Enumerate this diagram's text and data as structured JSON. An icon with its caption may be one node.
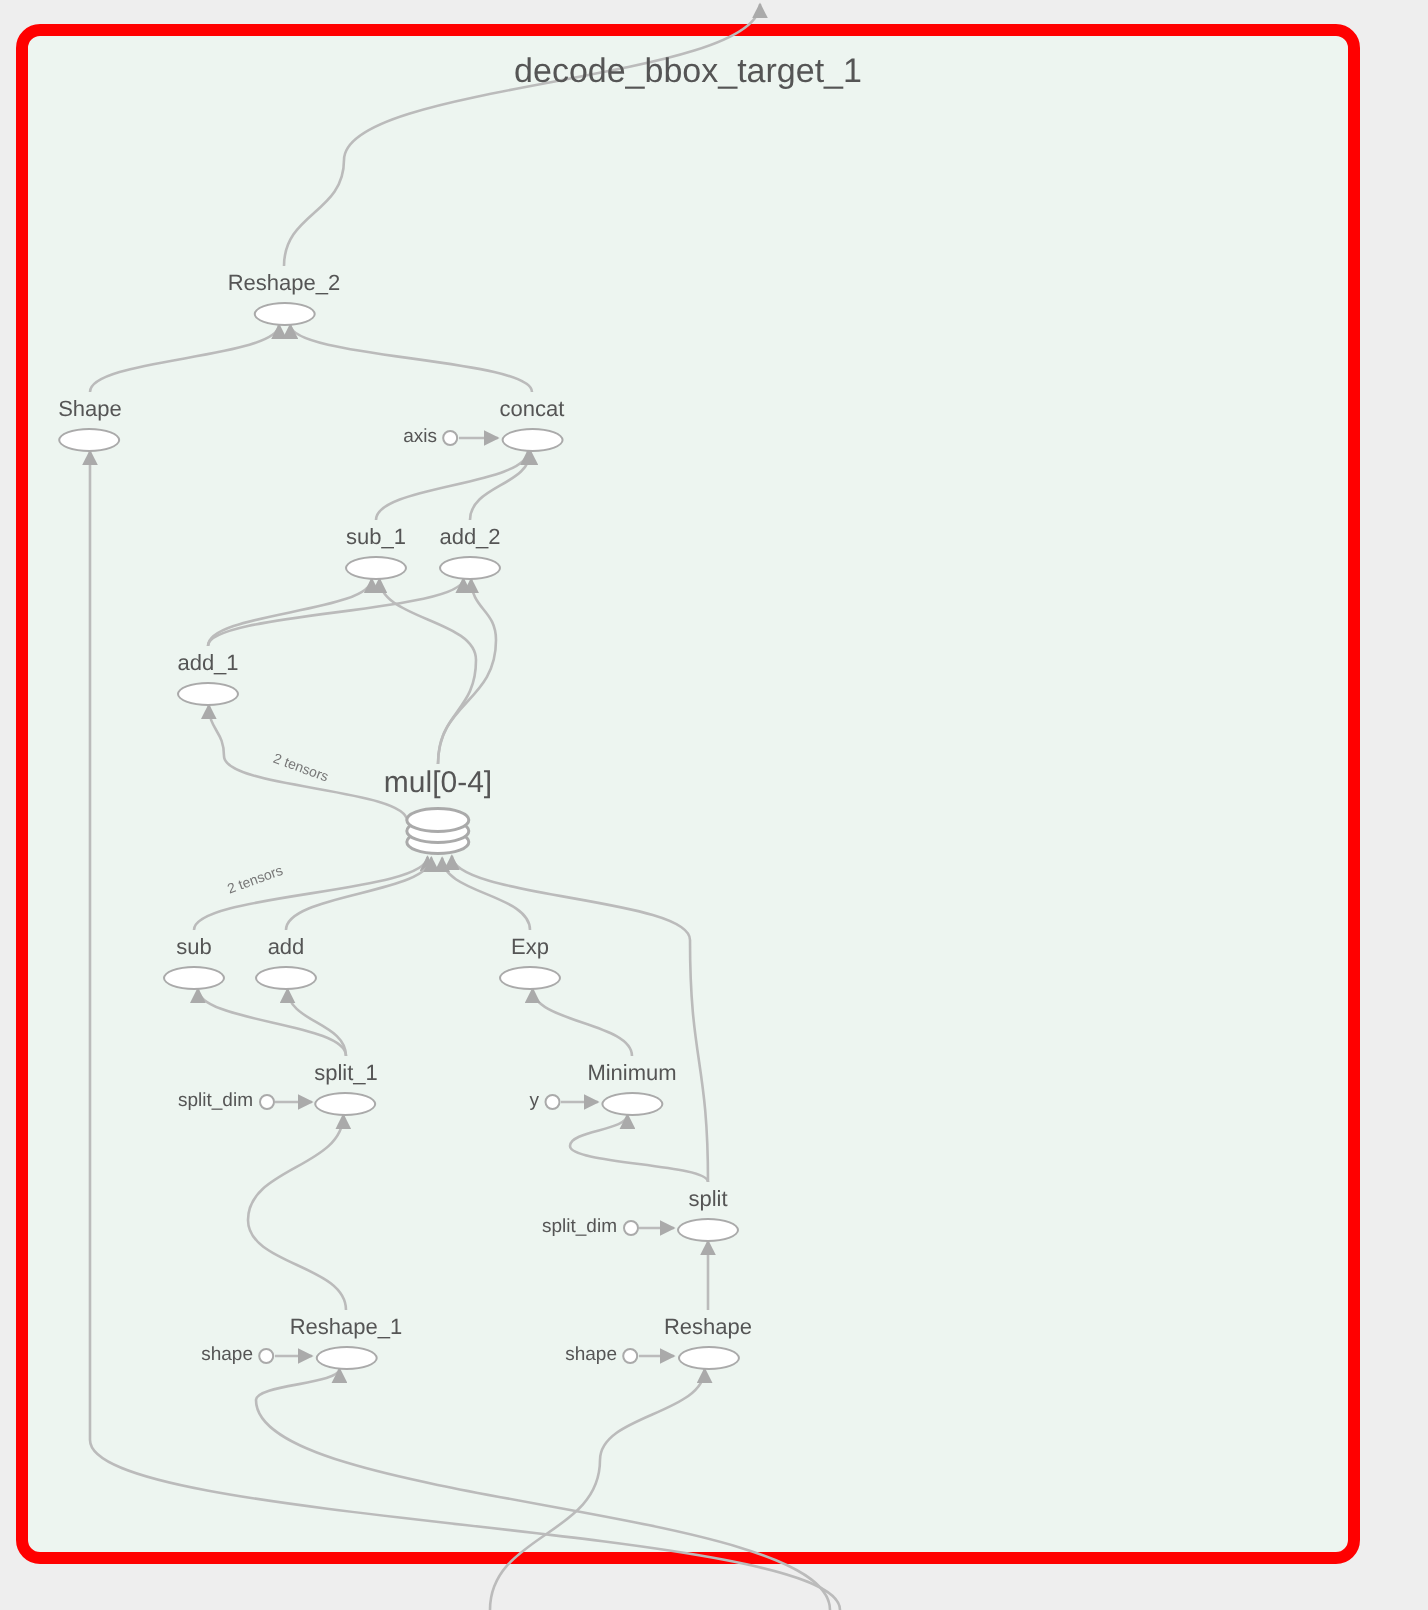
{
  "diagram": {
    "nodes": [
      {
        "text": [
          "decode_bbox_target_1"
        ]
      },
      {
        "text": [
          "Reshape_2"
        ],
        "in": 0
      },
      {
        "text": [
          "Shape"
        ],
        "in": 0
      },
      {
        "text": [
          "concat"
        ],
        "in": 0
      },
      {
        "text": [
          "axis"
        ],
        "in": 0
      },
      {
        "text": [
          "sub_1"
        ],
        "in": 0
      },
      {
        "text": [
          "add_2"
        ],
        "in": 0
      },
      {
        "text": [
          "add_1"
        ],
        "in": 0
      },
      {
        "text": [
          "mul[0-4]"
        ],
        "in": 0
      },
      {
        "text": [
          "sub"
        ],
        "in": 0
      },
      {
        "text": [
          "add"
        ],
        "in": 0
      },
      {
        "text": [
          "Exp"
        ],
        "in": 0
      },
      {
        "text": [
          "split_1"
        ],
        "in": 0
      },
      {
        "text": [
          "split_dim"
        ],
        "in": 0
      },
      {
        "text": [
          "Minimum"
        ],
        "in": 0
      },
      {
        "text": [
          "y"
        ],
        "in": 0
      },
      {
        "text": [
          "split"
        ],
        "in": 0
      },
      {
        "text": [
          "split_dim"
        ],
        "in": 0
      },
      {
        "text": [
          "Reshape_1"
        ],
        "in": 0
      },
      {
        "text": [
          "shape"
        ],
        "in": 0
      },
      {
        "text": [
          "Reshape"
        ],
        "in": 0
      },
      {
        "text": [
          "shape"
        ],
        "in": 0
      }
    ],
    "edges": [
      {
        "from": 1,
        "to": null,
        "arrow": "to"
      },
      {
        "from": 2,
        "to": 1,
        "arrow": "to"
      },
      {
        "from": 3,
        "to": 1,
        "arrow": "to"
      },
      {
        "from": 4,
        "to": 3,
        "arrow": "to"
      },
      {
        "from": 5,
        "to": 3,
        "arrow": "to"
      },
      {
        "from": 6,
        "to": 3,
        "arrow": "to"
      },
      {
        "from": 7,
        "to": 5,
        "arrow": "to"
      },
      {
        "from": 7,
        "to": 6,
        "arrow": "to"
      },
      {
        "from": 8,
        "to": 7,
        "arrow": "to",
        "label": "2 tensors"
      },
      {
        "from": 8,
        "to": 5,
        "arrow": "to"
      },
      {
        "from": 8,
        "to": 6,
        "arrow": "to"
      },
      {
        "from": 9,
        "to": 8,
        "arrow": "to",
        "label": "2 tensors"
      },
      {
        "from": 10,
        "to": 8,
        "arrow": "to"
      },
      {
        "from": 11,
        "to": 8,
        "arrow": "to"
      },
      {
        "from": 16,
        "to": 8,
        "arrow": "to"
      },
      {
        "from": 12,
        "to": 9,
        "arrow": "to"
      },
      {
        "from": 12,
        "to": 10,
        "arrow": "to"
      },
      {
        "from": 13,
        "to": 12,
        "arrow": "to"
      },
      {
        "from": 18,
        "to": 12,
        "arrow": "to"
      },
      {
        "from": 14,
        "to": 11,
        "arrow": "to"
      },
      {
        "from": 15,
        "to": 14,
        "arrow": "to"
      },
      {
        "from": 16,
        "to": 14,
        "arrow": "to"
      },
      {
        "from": 17,
        "to": 16,
        "arrow": "to"
      },
      {
        "from": 20,
        "to": 16,
        "arrow": "to"
      },
      {
        "from": 19,
        "to": 18,
        "arrow": "to"
      },
      {
        "from": 21,
        "to": 20,
        "arrow": "to"
      },
      {
        "from": null,
        "to": 18,
        "arrow": "to"
      },
      {
        "from": null,
        "to": 20,
        "arrow": "to"
      },
      {
        "from": null,
        "to": 2,
        "arrow": "to"
      }
    ]
  }
}
